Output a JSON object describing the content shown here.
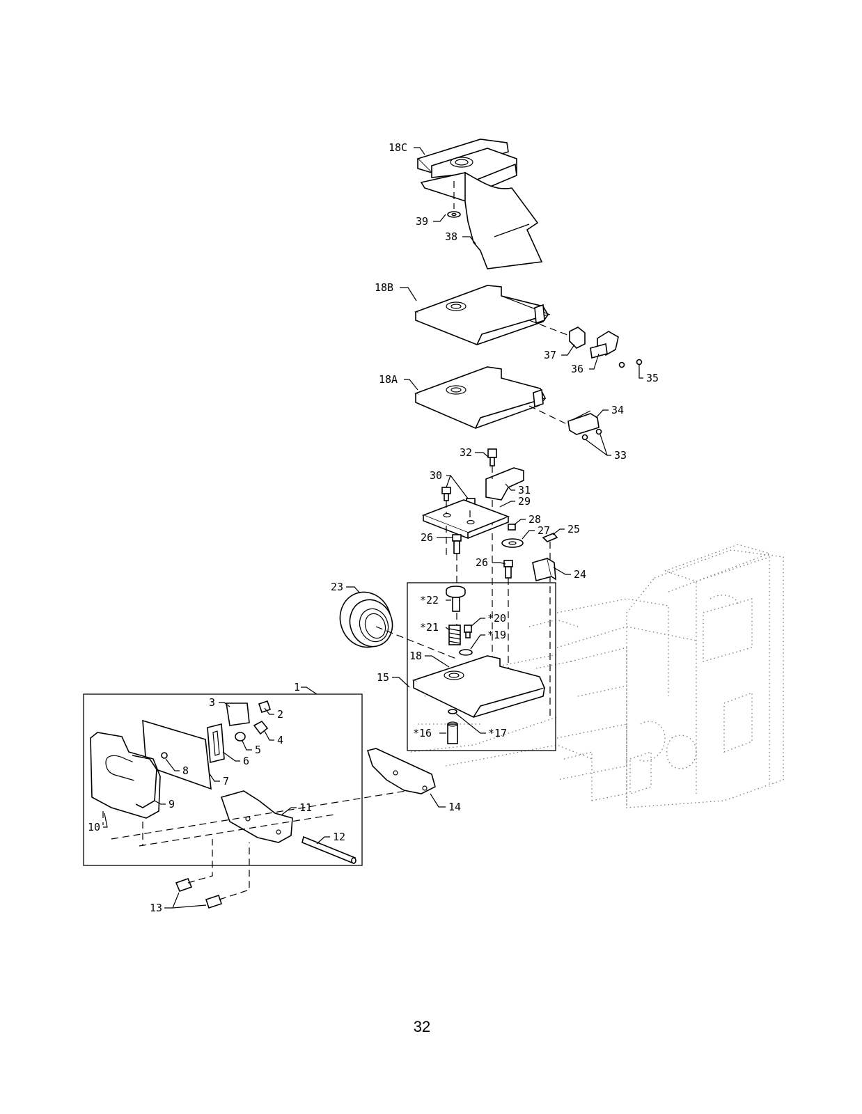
{
  "page_number": "32",
  "callouts": {
    "c18C": "18C",
    "c39": "39",
    "c38": "38",
    "c18B": "18B",
    "c37": "37",
    "c36": "36",
    "c35": "35",
    "c18A": "18A",
    "c34": "34",
    "c33": "33",
    "c32": "32",
    "c31": "31",
    "c30": "30",
    "c29": "29",
    "c28": "28",
    "c27": "27",
    "c25": "25",
    "c26a": "26",
    "c26b": "26",
    "c24": "24",
    "c23": "23",
    "c22": "*22",
    "c21": "*21",
    "c20": "*20",
    "c19": "*19",
    "c18": "18",
    "c15": "15",
    "c16": "*16",
    "c17": "*17",
    "c1": "1",
    "c3": "3",
    "c2": "2",
    "c4": "4",
    "c5": "5",
    "c6": "6",
    "c7": "7",
    "c8": "8",
    "c9": "9",
    "c10": "10",
    "c11": "11",
    "c12": "12",
    "c13": "13",
    "c14": "14"
  }
}
